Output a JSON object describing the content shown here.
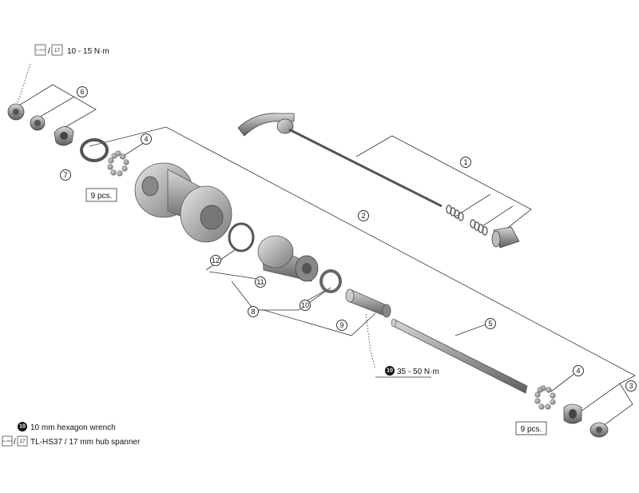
{
  "callouts": {
    "c1": "1",
    "c2": "2",
    "c3": "3",
    "c4a": "4",
    "c4b": "4",
    "c5": "5",
    "c6": "6",
    "c7": "7",
    "c8": "8",
    "c9": "9",
    "c10": "10",
    "c11": "11",
    "c12": "12"
  },
  "notes": {
    "bearing_left": "9 pcs.",
    "bearing_right": "9 pcs.",
    "torque_top": "10 - 15 N·m",
    "torque_mid": "35 - 50 N·m"
  },
  "tool_icons": {
    "hex_size": "10",
    "spanner_size": "17",
    "tl_text": "TL-HS37",
    "separator": "/"
  },
  "legend": {
    "hex": "10 mm hexagon wrench",
    "spanner": "TL-HS37 / 17 mm hub spanner"
  }
}
